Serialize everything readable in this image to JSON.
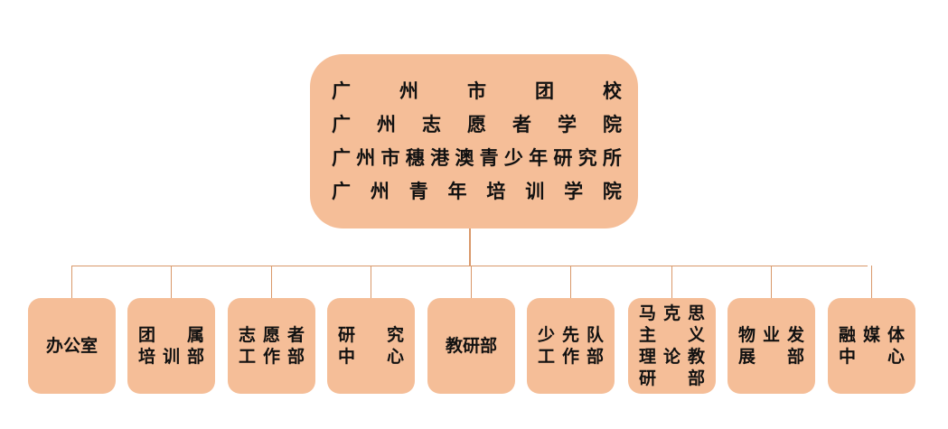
{
  "root": {
    "lines": [
      "广州市团校",
      "广州志愿者学院",
      "广州市穗港澳青少年研究所",
      "广州青年培训学院"
    ]
  },
  "departments": [
    {
      "lines": [
        "办公室"
      ]
    },
    {
      "lines": [
        "团属",
        "培训部"
      ]
    },
    {
      "lines": [
        "志愿者",
        "工作部"
      ]
    },
    {
      "lines": [
        "研究",
        "中心"
      ]
    },
    {
      "lines": [
        "教研部"
      ]
    },
    {
      "lines": [
        "少先队",
        "工作部"
      ]
    },
    {
      "lines": [
        "马克思",
        "主义",
        "理论教",
        "研部"
      ]
    },
    {
      "lines": [
        "物业发",
        "展部"
      ]
    },
    {
      "lines": [
        "融媒体",
        "中心"
      ]
    }
  ],
  "colors": {
    "box_fill": "#F5BE98",
    "connector": "#D9986A",
    "text": "#111111"
  }
}
